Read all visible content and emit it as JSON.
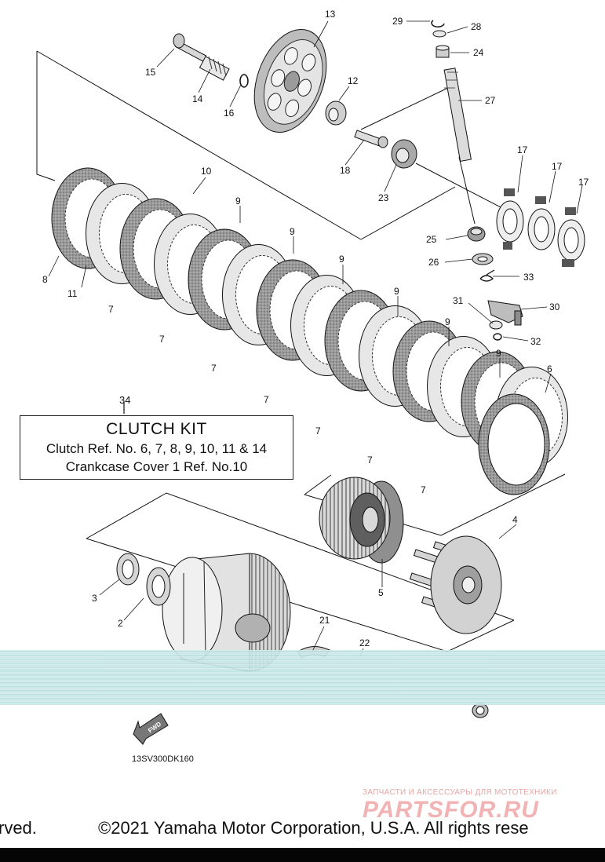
{
  "callouts": [
    "13",
    "29",
    "28",
    "24",
    "15",
    "14",
    "16",
    "12",
    "27",
    "18",
    "23",
    "17",
    "17",
    "17",
    "25",
    "26",
    "33",
    "31",
    "30",
    "32",
    "10",
    "9",
    "9",
    "9",
    "9",
    "9",
    "9",
    "8",
    "11",
    "7",
    "7",
    "7",
    "7",
    "7",
    "7",
    "7",
    "6",
    "4",
    "5",
    "3",
    "2",
    "21",
    "22"
  ],
  "kit": {
    "number": "34",
    "title": "CLUTCH KIT",
    "line1": "Clutch Ref. No. 6, 7, 8, 9, 10, 11 & 14",
    "line2": "Crankcase Cover 1 Ref. No.10"
  },
  "fwd_label": "FWD",
  "reference_code": "13SV300DK160",
  "watermark": {
    "top_text": "ЗАПЧАСТИ И АКСЕССУАРЫ ДЛЯ МОТОТЕХНИКИ",
    "logo_text": "PARTSFOR.RU"
  },
  "copyright": {
    "left_fragment": "rved.",
    "main": "©2021 Yamaha Motor Corporation, U.S.A. All rights rese"
  },
  "colors": {
    "line": "#111111",
    "part_fill": "#e6e6e6",
    "part_dark": "#7a7a7a",
    "water": "#bfe3e4",
    "watermark": "#f1b3b3"
  }
}
